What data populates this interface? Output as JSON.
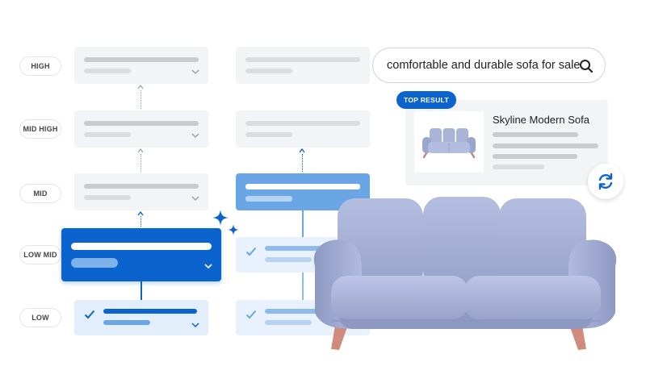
{
  "levels": [
    {
      "label": "HIGH"
    },
    {
      "label": "MID HIGH"
    },
    {
      "label": "MID"
    },
    {
      "label": "LOW MID"
    },
    {
      "label": "LOW"
    }
  ],
  "search": {
    "query": "comfortable and durable sofa for sale",
    "icon": "search-icon"
  },
  "result": {
    "badge": "TOP RESULT",
    "title": "Skyline Modern Sofa",
    "icon": "refresh-icon"
  },
  "colors": {
    "accent": "#0b63ce",
    "accent_light": "#6aa6e6",
    "pale_blue": "#e3eefb",
    "gray_card": "#f3f4f6",
    "sofa": "#a9b4d8"
  }
}
